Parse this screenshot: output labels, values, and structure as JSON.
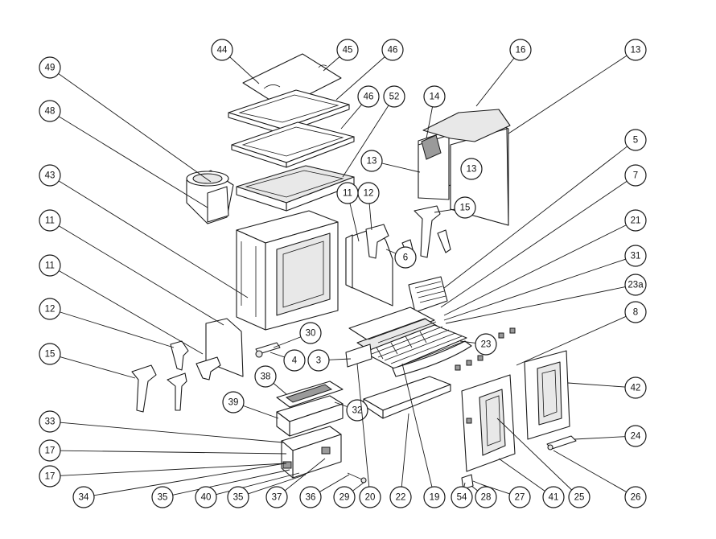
{
  "diagram": {
    "type": "exploded-parts-diagram",
    "callouts": [
      {
        "id": "c44",
        "label": "44"
      },
      {
        "id": "c45",
        "label": "45"
      },
      {
        "id": "c46a",
        "label": "46"
      },
      {
        "id": "c16",
        "label": "16"
      },
      {
        "id": "c13a",
        "label": "13"
      },
      {
        "id": "c49",
        "label": "49"
      },
      {
        "id": "c48",
        "label": "48"
      },
      {
        "id": "c46b",
        "label": "46"
      },
      {
        "id": "c52",
        "label": "52"
      },
      {
        "id": "c14",
        "label": "14"
      },
      {
        "id": "c13b",
        "label": "13"
      },
      {
        "id": "c13c",
        "label": "13"
      },
      {
        "id": "c5",
        "label": "5"
      },
      {
        "id": "c43",
        "label": "43"
      },
      {
        "id": "c7",
        "label": "7"
      },
      {
        "id": "c11a",
        "label": "11"
      },
      {
        "id": "c12a",
        "label": "12"
      },
      {
        "id": "c15a",
        "label": "15"
      },
      {
        "id": "c11b",
        "label": "11"
      },
      {
        "id": "c21",
        "label": "21"
      },
      {
        "id": "c6",
        "label": "6"
      },
      {
        "id": "c31",
        "label": "31"
      },
      {
        "id": "c11c",
        "label": "11"
      },
      {
        "id": "c23a",
        "label": "23a"
      },
      {
        "id": "c12b",
        "label": "12"
      },
      {
        "id": "c8",
        "label": "8"
      },
      {
        "id": "c30",
        "label": "30"
      },
      {
        "id": "c4",
        "label": "4"
      },
      {
        "id": "c3",
        "label": "3"
      },
      {
        "id": "c23",
        "label": "23"
      },
      {
        "id": "c15b",
        "label": "15"
      },
      {
        "id": "c38",
        "label": "38"
      },
      {
        "id": "c42",
        "label": "42"
      },
      {
        "id": "c39",
        "label": "39"
      },
      {
        "id": "c32",
        "label": "32"
      },
      {
        "id": "c33",
        "label": "33"
      },
      {
        "id": "c24",
        "label": "24"
      },
      {
        "id": "c17a",
        "label": "17"
      },
      {
        "id": "c17b",
        "label": "17"
      },
      {
        "id": "c26",
        "label": "26"
      },
      {
        "id": "c34",
        "label": "34"
      },
      {
        "id": "c35a",
        "label": "35"
      },
      {
        "id": "c40",
        "label": "40"
      },
      {
        "id": "c35b",
        "label": "35"
      },
      {
        "id": "c37",
        "label": "37"
      },
      {
        "id": "c36",
        "label": "36"
      },
      {
        "id": "c29",
        "label": "29"
      },
      {
        "id": "c20",
        "label": "20"
      },
      {
        "id": "c22",
        "label": "22"
      },
      {
        "id": "c19",
        "label": "19"
      },
      {
        "id": "c54",
        "label": "54"
      },
      {
        "id": "c28",
        "label": "28"
      },
      {
        "id": "c27",
        "label": "27"
      },
      {
        "id": "c41",
        "label": "41"
      },
      {
        "id": "c25",
        "label": "25"
      }
    ]
  }
}
